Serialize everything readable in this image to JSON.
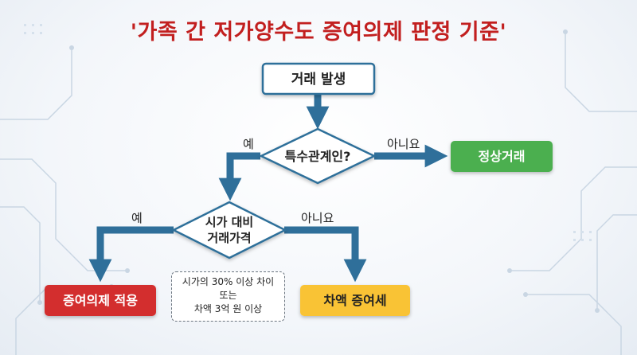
{
  "title": "'가족 간 저가양수도 증여의제 판정 기준'",
  "nodes": {
    "start": "거래 발생",
    "decision1": "특수관계인?",
    "normal": "정상거래",
    "decision2_line1": "시가 대비",
    "decision2_line2": "거래가격",
    "gift_applied": "증여의제 적용",
    "difference_tax": "차액 증여세"
  },
  "edges": {
    "d1_yes": "예",
    "d1_no": "아니요",
    "d2_yes": "예",
    "d2_no": "아니요"
  },
  "note": {
    "line1": "시가의 30% 이상 차이",
    "line2": "또는",
    "line3": "차액 3억 원 이상"
  },
  "colors": {
    "title": "#c21f1f",
    "arrow": "#2f6f9a",
    "node_fill": "#ffffff",
    "node_border": "#2f6f9a",
    "normal": "#4caf50",
    "gift_applied": "#d32f2f",
    "difference_tax": "#f9c335"
  }
}
